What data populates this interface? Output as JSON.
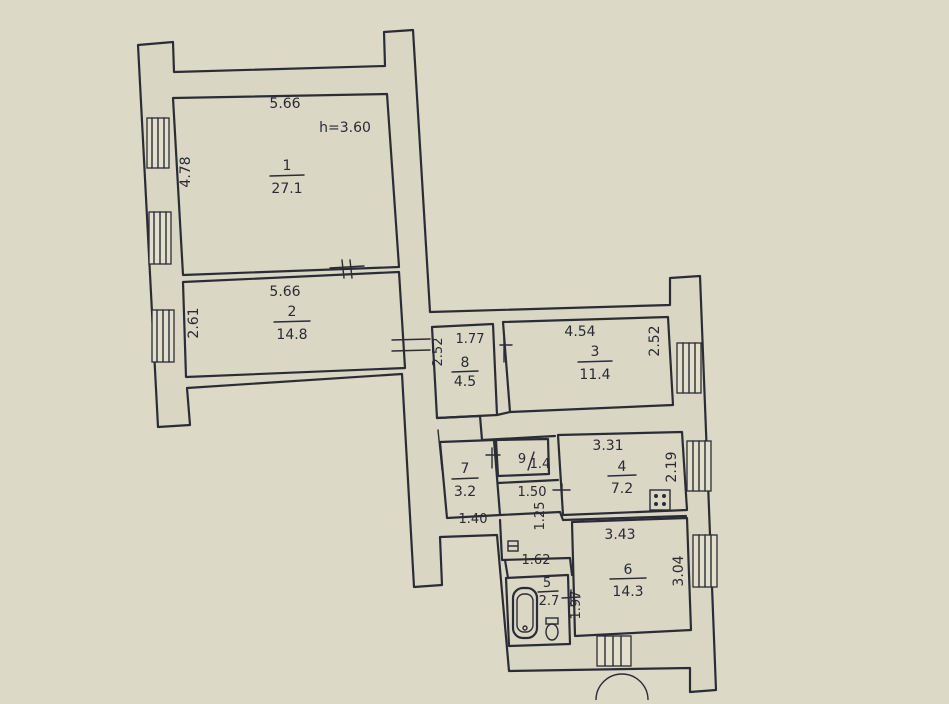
{
  "plan": {
    "ceiling_height": "h=3.60",
    "rooms": [
      {
        "number": "1",
        "area": "27.1",
        "width": "5.66",
        "depth": "4.78"
      },
      {
        "number": "2",
        "area": "14.8",
        "width": "5.66",
        "depth": "2.61"
      },
      {
        "number": "3",
        "area": "11.4",
        "width": "4.54",
        "depth": "2.52"
      },
      {
        "number": "4",
        "area": "7.2",
        "width": "3.31",
        "depth": "2.19"
      },
      {
        "number": "5",
        "area": "2.7",
        "depth": "1.97"
      },
      {
        "number": "6",
        "area": "14.3",
        "width": "3.43",
        "depth": "3.04"
      },
      {
        "number": "7",
        "area": "3.2",
        "width": "1.40"
      },
      {
        "number": "8",
        "area": "4.5",
        "width": "1.77",
        "depth": "2.52"
      },
      {
        "number": "9",
        "area": "1.4"
      }
    ],
    "extra_dims": {
      "corridor_a": "1.50",
      "corridor_b": "1.25",
      "bath_width": "1.62"
    }
  }
}
